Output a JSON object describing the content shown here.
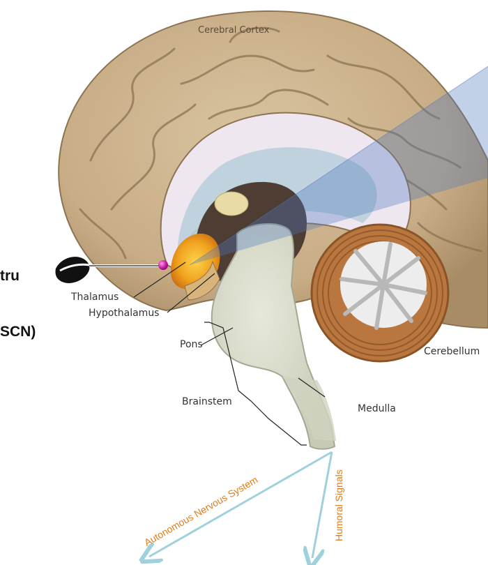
{
  "labels": {
    "cerebral_cortex": "Cerebral Cortex",
    "thalamus": "Thalamus",
    "hypothalamus": "Hypothalamus",
    "pons": "Pons",
    "brainstem": "Brainstem",
    "medulla": "Medulla",
    "cerebellum": "Cerebellum"
  },
  "side_text": {
    "line1": "tru",
    "line2": "SCN)"
  },
  "outputs": {
    "autonomic": "Autonomous Nervous System",
    "humoral": "Humoral Signals"
  },
  "colors": {
    "cortex": "#cbb38f",
    "cortex_dark": "#8c7352",
    "inner_gray": "#8e8175",
    "ventricle": "#b9cfdc",
    "thalamus_brown": "#4e3d33",
    "brainstem": "#d9dccb",
    "cerebellum_brown": "#b9773f",
    "cerebellum_white": "#ededed",
    "hypothalamus_orange": "#f0a21e",
    "scn_dot": "#cc1fa8",
    "beam": "#4f78bd",
    "arrow": "#9fd1dc",
    "output_text": "#e07b1a"
  }
}
